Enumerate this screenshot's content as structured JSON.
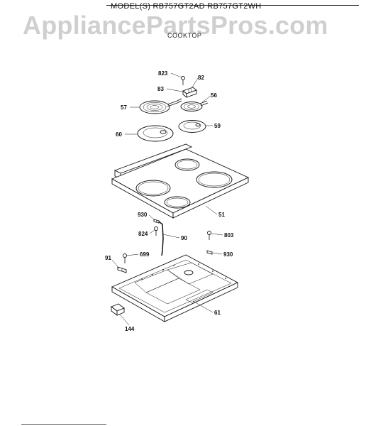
{
  "header": {
    "models_text": "MODEL(S) RB757GT2AD  RB757GT2WH",
    "watermark": "AppliancePartsPros.com",
    "section_title": "COOKTOP"
  },
  "callouts": {
    "c823": "823",
    "c82": "82",
    "c83": "83",
    "c56": "56",
    "c57": "57",
    "c59": "59",
    "c60": "60",
    "c51": "51",
    "c930a": "930",
    "c824": "824",
    "c90": "90",
    "c803": "803",
    "c91": "91",
    "c699": "699",
    "c930b": "930",
    "c61": "61",
    "c144": "144"
  }
}
